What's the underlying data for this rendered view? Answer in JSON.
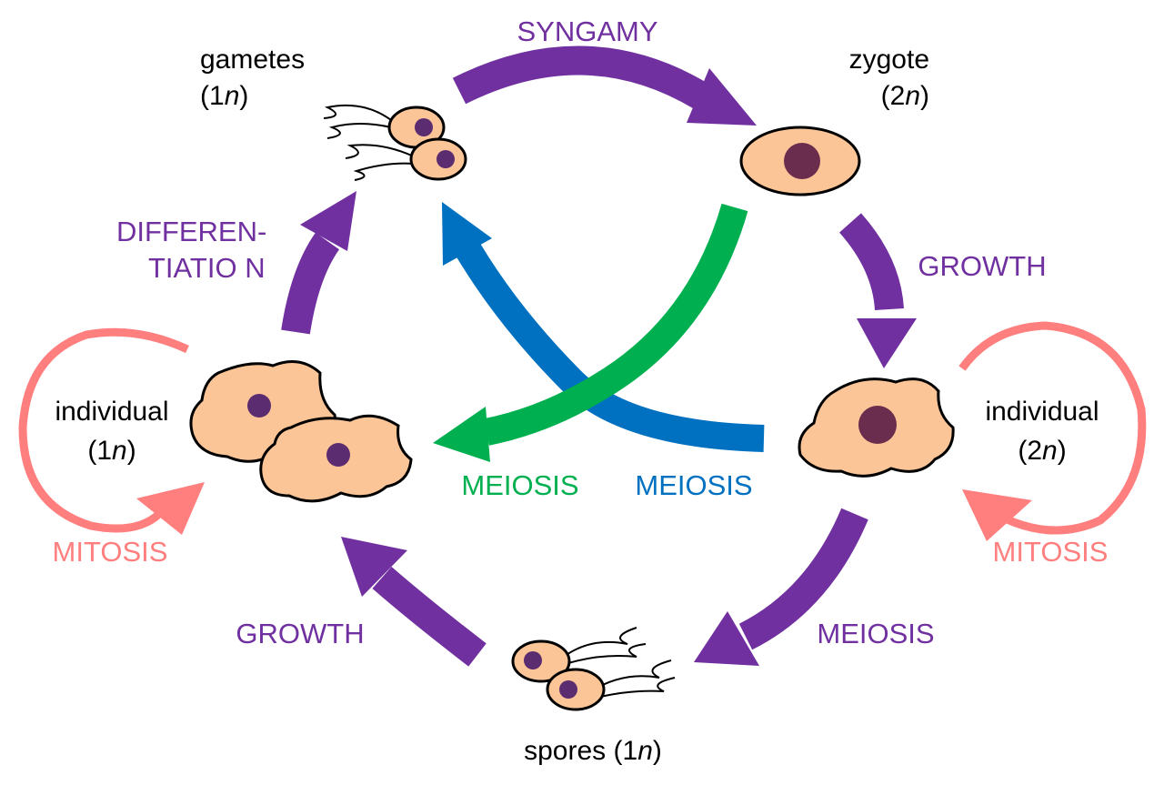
{
  "colors": {
    "purple": "#7030a0",
    "blue": "#0070c0",
    "green": "#00b050",
    "pink": "#ff7f7f",
    "cell_fill": "#fcc597",
    "nucleus": "#5b2c6f",
    "zygote_nucleus": "#6b2d4d",
    "outline": "#000000"
  },
  "stages": {
    "gametes": {
      "line1": "gametes",
      "line2_num": "1",
      "line2_var": "n"
    },
    "zygote": {
      "line1": "zygote",
      "line2_num": "2",
      "line2_var": "n"
    },
    "individual_haploid": {
      "line1": "individual",
      "line2_num": "1",
      "line2_var": "n"
    },
    "individual_diploid": {
      "line1": "individual",
      "line2_num": "2",
      "line2_var": "n"
    },
    "spores": {
      "line1": "spores",
      "line2_num": "1",
      "line2_var": "n"
    }
  },
  "processes": {
    "syngamy": "SYNGAMY",
    "growth_right": "GROWTH",
    "growth_left": "GROWTH",
    "differentiation_1": "DIFFEREN-",
    "differentiation_2": "TIATIO N",
    "meiosis_green": "MEIOSIS",
    "meiosis_blue": "MEIOSIS",
    "meiosis_bottom": "MEIOSIS",
    "mitosis_left": "MITOSIS",
    "mitosis_right": "MITOSIS"
  },
  "icons": {
    "gametes": "flagellated-cell-pair-icon",
    "zygote": "oval-cell-icon",
    "individual_haploid": "amoeboid-cell-pair-icon",
    "individual_diploid": "amoeboid-cell-icon",
    "spores": "flagellated-cell-pair-icon"
  }
}
